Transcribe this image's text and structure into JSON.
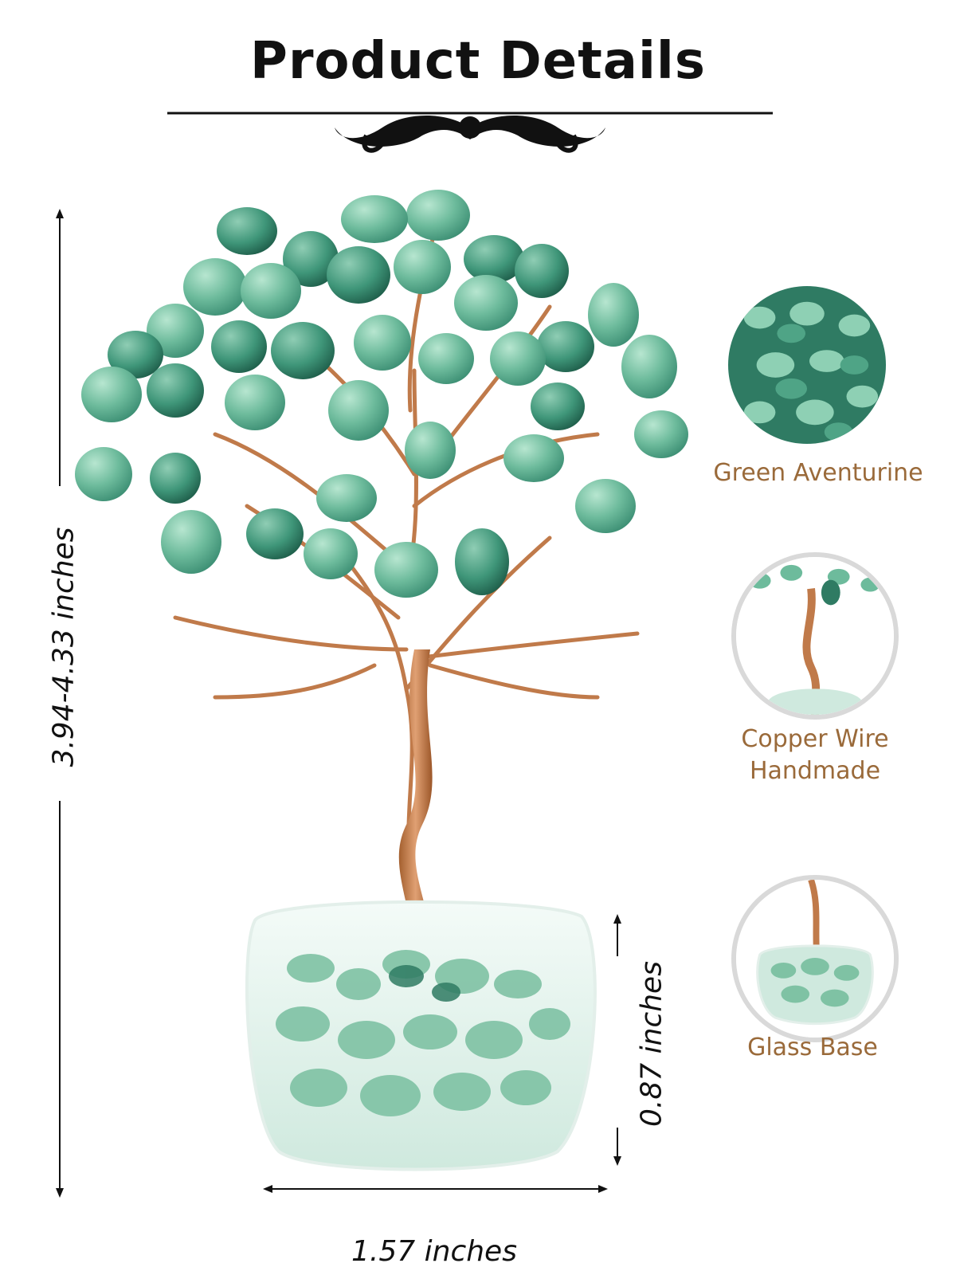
{
  "title": "Product Details",
  "dimensions": {
    "height": "3.94-4.33 inches",
    "base_height": "0.87 inches",
    "width": "1.57 inches"
  },
  "features": [
    {
      "label": "Green Aventurine"
    },
    {
      "label": "Copper Wire",
      "label2": "Handmade"
    },
    {
      "label": "Glass Base"
    }
  ],
  "colors": {
    "stone_light": "#8ed0b4",
    "stone_mid": "#4fa486",
    "stone_dark": "#2f7b63",
    "copper": "#c07a4a",
    "label_brown": "#9a6a3a"
  }
}
